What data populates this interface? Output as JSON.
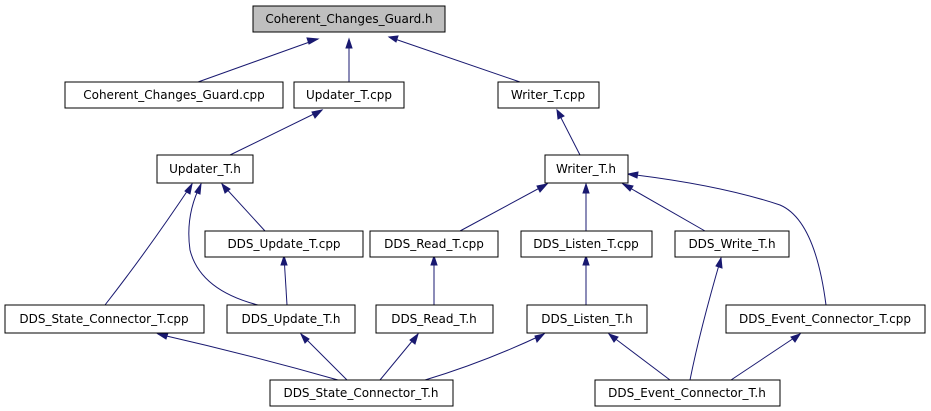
{
  "colors": {
    "edge": "#191970",
    "root_fill": "#bfbfbf",
    "node_fill": "#ffffff",
    "node_border": "#000000"
  },
  "nodes": {
    "root": "Coherent_Changes_Guard.h",
    "ccg_cpp": "Coherent_Changes_Guard.cpp",
    "updater_cpp": "Updater_T.cpp",
    "writer_cpp": "Writer_T.cpp",
    "updater_h": "Updater_T.h",
    "writer_h": "Writer_T.h",
    "dds_update_cpp": "DDS_Update_T.cpp",
    "dds_read_cpp": "DDS_Read_T.cpp",
    "dds_listen_cpp": "DDS_Listen_T.cpp",
    "dds_write_h": "DDS_Write_T.h",
    "dds_state_conn_cpp": "DDS_State_Connector_T.cpp",
    "dds_update_h": "DDS_Update_T.h",
    "dds_read_h": "DDS_Read_T.h",
    "dds_listen_h": "DDS_Listen_T.h",
    "dds_event_conn_cpp": "DDS_Event_Connector_T.cpp",
    "dds_state_conn_h": "DDS_State_Connector_T.h",
    "dds_event_conn_h": "DDS_Event_Connector_T.h"
  },
  "edges": [
    [
      "ccg_cpp",
      "root"
    ],
    [
      "updater_cpp",
      "root"
    ],
    [
      "writer_cpp",
      "root"
    ],
    [
      "updater_h",
      "updater_cpp"
    ],
    [
      "writer_h",
      "writer_cpp"
    ],
    [
      "dds_state_conn_cpp",
      "updater_h"
    ],
    [
      "dds_update_h",
      "updater_h"
    ],
    [
      "dds_update_cpp",
      "updater_h"
    ],
    [
      "dds_update_h",
      "dds_update_cpp"
    ],
    [
      "dds_read_cpp",
      "writer_h"
    ],
    [
      "dds_listen_cpp",
      "writer_h"
    ],
    [
      "dds_write_h",
      "writer_h"
    ],
    [
      "dds_event_conn_cpp",
      "writer_h"
    ],
    [
      "dds_read_h",
      "dds_read_cpp"
    ],
    [
      "dds_listen_h",
      "dds_listen_cpp"
    ],
    [
      "dds_state_conn_h",
      "dds_state_conn_cpp"
    ],
    [
      "dds_state_conn_h",
      "dds_update_h"
    ],
    [
      "dds_state_conn_h",
      "dds_read_h"
    ],
    [
      "dds_state_conn_h",
      "dds_listen_h"
    ],
    [
      "dds_event_conn_h",
      "dds_listen_h"
    ],
    [
      "dds_event_conn_h",
      "dds_write_h"
    ],
    [
      "dds_event_conn_h",
      "dds_event_conn_cpp"
    ]
  ]
}
